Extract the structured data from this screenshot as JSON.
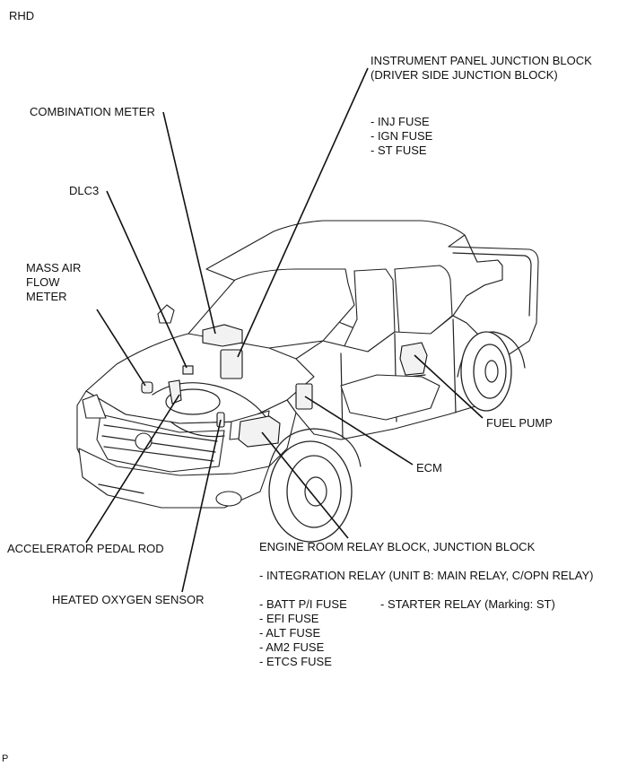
{
  "corner_label": "RHD",
  "footer_mark": "P",
  "labels": {
    "ipjb_line1": "INSTRUMENT PANEL JUNCTION BLOCK",
    "ipjb_line2": "(DRIVER SIDE JUNCTION BLOCK)",
    "ipjb_fuses": [
      "- INJ FUSE",
      "- IGN FUSE",
      "- ST FUSE"
    ],
    "combination_meter": "COMBINATION METER",
    "dlc3": "DLC3",
    "mass_air_flow_line1": "MASS AIR",
    "mass_air_flow_line2": "FLOW",
    "mass_air_flow_line3": "METER",
    "fuel_pump": "FUEL PUMP",
    "ecm": "ECM",
    "accelerator_pedal_rod": "ACCELERATOR PEDAL ROD",
    "engine_room_block": "ENGINE ROOM RELAY BLOCK, JUNCTION BLOCK",
    "integration_relay": "- INTEGRATION RELAY (UNIT B: MAIN RELAY, C/OPN RELAY)",
    "heated_oxygen_sensor": "HEATED OXYGEN SENSOR",
    "engine_room_fuses": [
      "- BATT P/I FUSE",
      "- EFI FUSE",
      "- ALT FUSE",
      "- AM2 FUSE",
      "- ETCS FUSE"
    ],
    "starter_relay": "- STARTER RELAY (Marking: ST)"
  }
}
